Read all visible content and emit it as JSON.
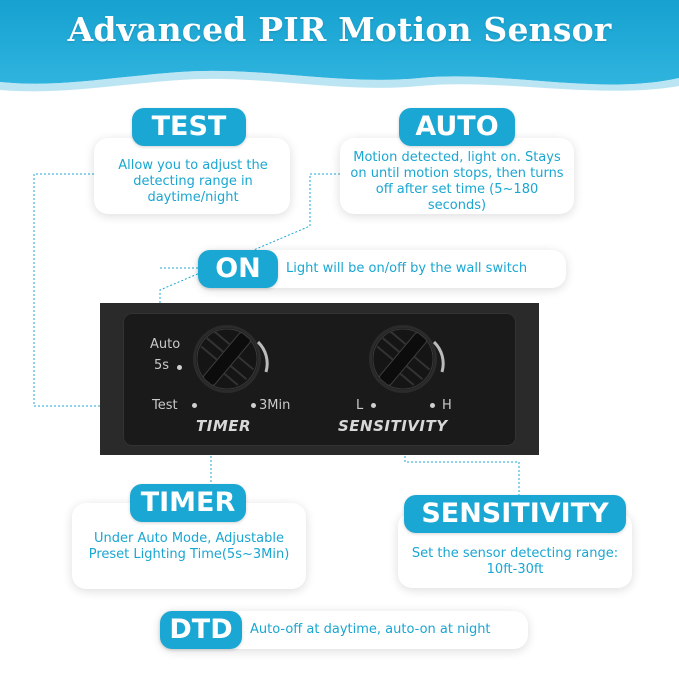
{
  "header": {
    "title": "Advanced PIR Motion Sensor",
    "color": "#1ba7d4"
  },
  "accent_color": "#1ba7d4",
  "callouts": {
    "test": {
      "label": "TEST",
      "description": "Allow you to adjust the detecting range in daytime/night"
    },
    "auto": {
      "label": "AUTO",
      "description": "Motion detected, light on. Stays on until motion stops, then turns off after set time (5~180 seconds)"
    },
    "on": {
      "label": "ON",
      "description": "Light will be on/off by the wall switch"
    },
    "timer": {
      "label": "TIMER",
      "description": "Under Auto Mode, Adjustable Preset Lighting Time(5s~3Min)"
    },
    "sensitivity": {
      "label": "SENSITIVITY",
      "description": "Set the sensor detecting range: 10ft-30ft"
    },
    "dtd": {
      "label": "DTD",
      "description": "Auto-off at daytime, auto-on at night"
    }
  },
  "panel": {
    "timer_dial": {
      "label": "TIMER",
      "marks": {
        "auto": "Auto",
        "five_s": "5s",
        "test": "Test",
        "three_min": "3Min"
      }
    },
    "sensitivity_dial": {
      "label": "SENSITIVITY",
      "marks": {
        "low": "L",
        "high": "H"
      }
    }
  }
}
